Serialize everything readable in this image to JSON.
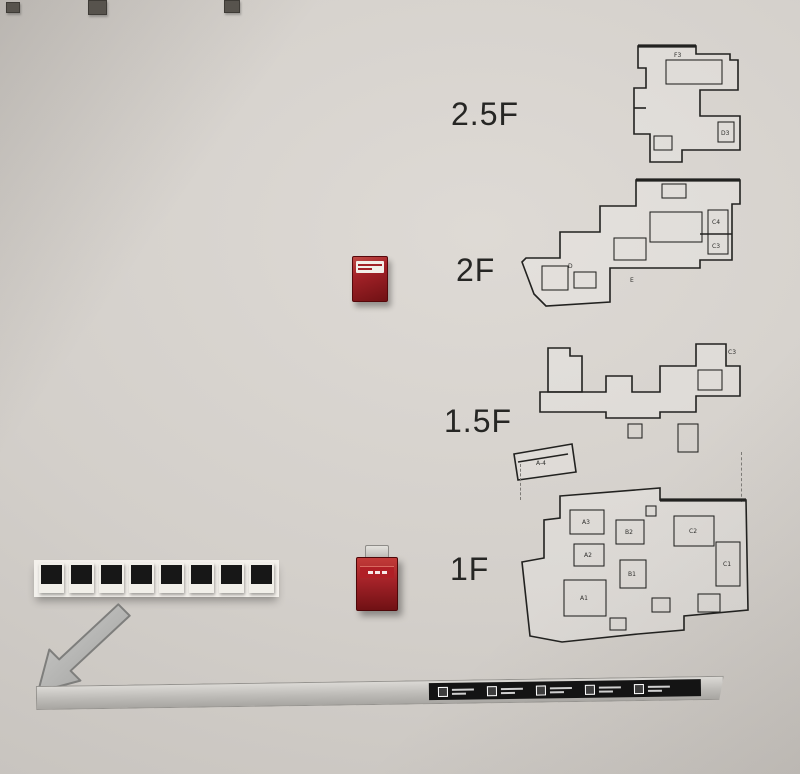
{
  "sign": {
    "floors": [
      {
        "label": "2.5F"
      },
      {
        "label": "2F"
      },
      {
        "label": "1.5F"
      },
      {
        "label": "1F"
      }
    ]
  },
  "plans": {
    "floor2_5": {
      "rooms": [
        "F3",
        "D3"
      ]
    },
    "floor2": {
      "rooms": [
        "C4",
        "C3",
        "D",
        "E"
      ]
    },
    "floor1_5": {
      "rooms": [
        "A-4",
        "C3"
      ]
    },
    "floor1": {
      "rooms": [
        "A1",
        "A2",
        "A3",
        "B1",
        "B2",
        "C1",
        "C2"
      ]
    }
  },
  "devices": {
    "alarm_2f": {
      "type": "fire-alarm-call-point"
    },
    "hydrant_1f": {
      "type": "fire-hydrant-indicator"
    }
  },
  "tiles": {
    "count": 8
  },
  "legend": {
    "items": [
      {
        "name": "legend-item-1",
        "icon": "pictogram-icon"
      },
      {
        "name": "legend-item-2",
        "icon": "pictogram-icon"
      },
      {
        "name": "legend-item-3",
        "icon": "pictogram-icon"
      },
      {
        "name": "legend-item-4",
        "icon": "pictogram-icon"
      },
      {
        "name": "legend-item-5",
        "icon": "pictogram-icon"
      }
    ]
  },
  "colors": {
    "wall": "#d3cfca",
    "line": "#222220",
    "red": "#a32228",
    "red_dark": "#701114",
    "metal": "#b9b7b3",
    "black_bar": "#141414"
  }
}
